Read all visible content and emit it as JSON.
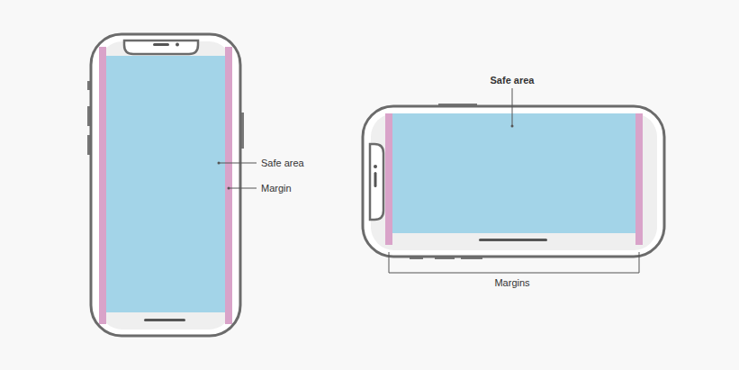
{
  "diagram": {
    "labels": [
      "Safe area",
      "Margin",
      "Safe area",
      "Margins"
    ]
  }
}
